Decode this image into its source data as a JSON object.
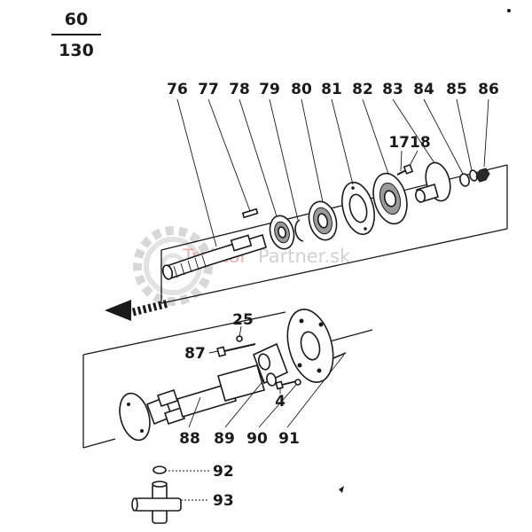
{
  "page_number": {
    "top": "60",
    "bottom": "130"
  },
  "watermark": {
    "part1": "Traktor",
    "part2": "Partner.sk"
  },
  "upper_callouts": [
    "76",
    "77",
    "78",
    "79",
    "80",
    "81",
    "82",
    "83",
    "84",
    "85",
    "86"
  ],
  "callout_1718": "1718",
  "callouts": {
    "c25": "25",
    "c87": "87",
    "c4": "4",
    "c88": "88",
    "c89": "89",
    "c90": "90",
    "c91": "91",
    "c92": "92",
    "c93": "93"
  }
}
